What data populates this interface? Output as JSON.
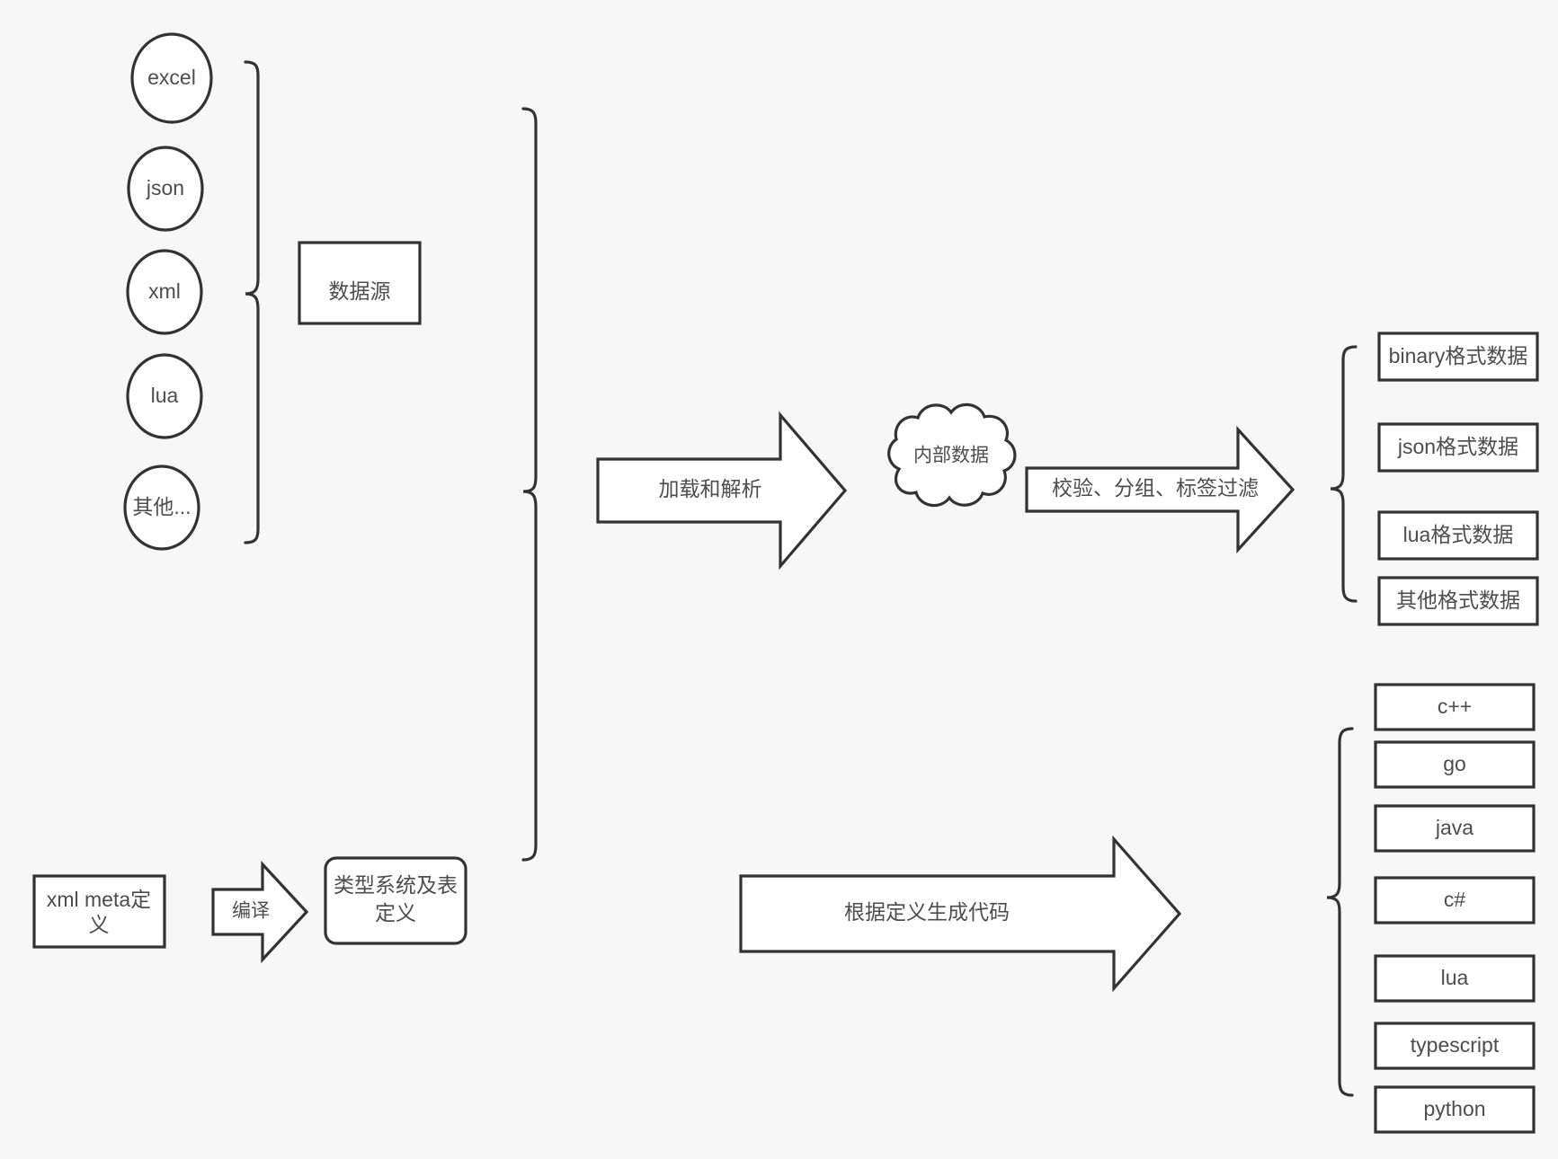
{
  "meta": {
    "title": "数据驱动流程图",
    "background_color": "#f7f7f7",
    "stroke_color": "#333333",
    "fill_color": "#ffffff",
    "text_color": "#4d4d4d"
  },
  "data_sources": {
    "group_label": "数据源",
    "items": [
      {
        "label": "excel"
      },
      {
        "label": "json"
      },
      {
        "label": "xml"
      },
      {
        "label": "lua"
      },
      {
        "label": "其他..."
      }
    ]
  },
  "pipeline": {
    "load_arrow_label": "加载和解析",
    "internal_data_label": "内部数据",
    "filter_arrow_label": "校验、分组、标签过滤"
  },
  "outputs": {
    "items": [
      {
        "label": "binary格式数据"
      },
      {
        "label": "json格式数据"
      },
      {
        "label": "lua格式数据"
      },
      {
        "label": "其他格式数据"
      }
    ]
  },
  "definition": {
    "source_label": "xml meta定义",
    "compile_arrow_label": "编译",
    "type_system_label": "类型系统及表定义"
  },
  "codegen": {
    "arrow_label": "根据定义生成代码",
    "languages": [
      {
        "label": "c++"
      },
      {
        "label": "go"
      },
      {
        "label": "java"
      },
      {
        "label": "c#"
      },
      {
        "label": "lua"
      },
      {
        "label": "typescript"
      },
      {
        "label": "python"
      }
    ]
  }
}
